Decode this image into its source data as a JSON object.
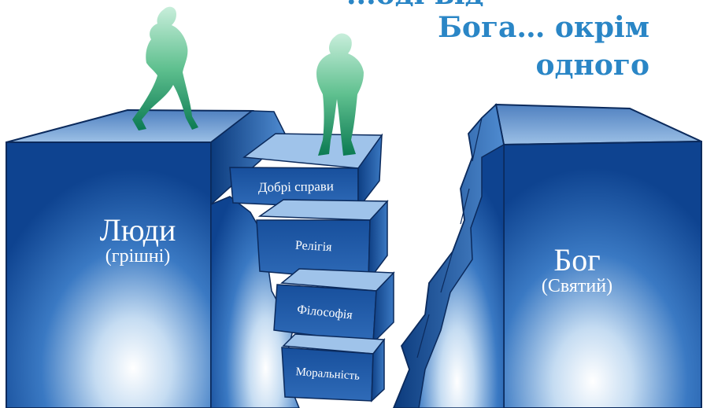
{
  "title": {
    "partial_top_line": "...оді від",
    "line2": "Бога… окрім",
    "line3": "одного"
  },
  "left_cliff": {
    "title": "Люди",
    "subtitle": "(грішні)"
  },
  "right_cliff": {
    "title": "Бог",
    "subtitle": "(Святий)"
  },
  "steps": [
    {
      "label": "Добрі справи"
    },
    {
      "label": "Релігія"
    },
    {
      "label": "Філософія"
    },
    {
      "label": "Моральність"
    }
  ],
  "colors": {
    "cliff_dark": "#0d3f86",
    "cliff_mid": "#1f5fae",
    "cliff_light": "#8db7e2",
    "top_face": "#6e9bd0",
    "title": "#2a86c6",
    "figure_top": "#b9e6cf",
    "figure_bottom": "#0f8a5f"
  },
  "icons": [
    "walking-person-icon",
    "standing-person-icon"
  ]
}
